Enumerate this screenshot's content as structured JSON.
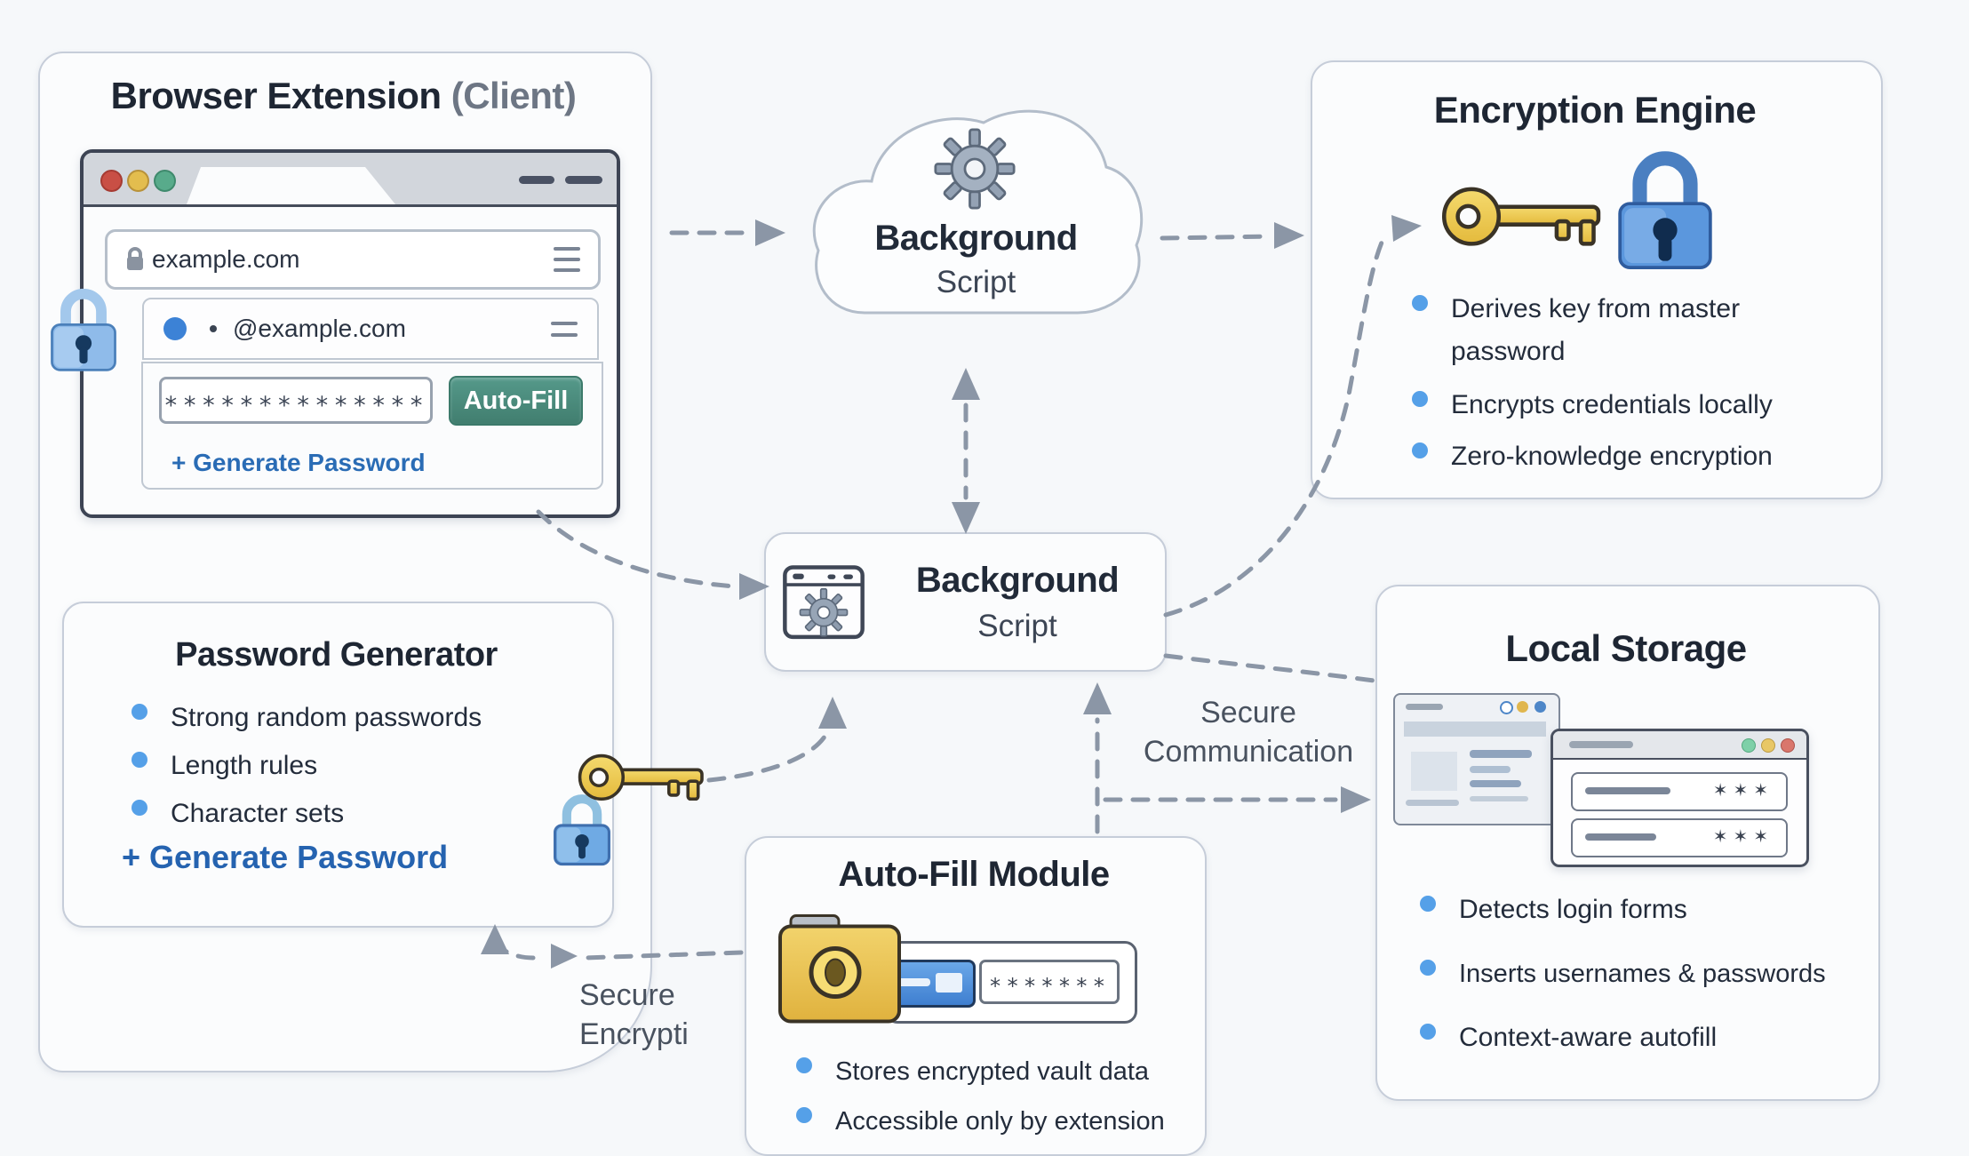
{
  "colors": {
    "background": "#f6f8fa",
    "panel_border": "#c6cdd9",
    "arrow_gray": "#8b96a6",
    "bullet_blue": "#55a0e8",
    "link_blue": "#2a6cb5",
    "generate_blue": "#2563b0",
    "autofill_teal": "#4a9180",
    "dark_text": "#232c3b",
    "browser_frame": "#3d4454"
  },
  "icons": {
    "padlock": "blue-padlock-shape",
    "key": "gold-key-shape",
    "gear": "gear-shape",
    "folder": "vault-folder-shape",
    "cloud": "cloud-shape",
    "https_lock": "small-gray-padlock",
    "menu": "hamburger-lines",
    "traffic_lights": "red-yellow-green-dots"
  },
  "browser_extension": {
    "title": "Browser Extension",
    "title_suffix": "(Client)",
    "browser": {
      "url": "example.com",
      "account": "@example.com",
      "password_mask": "**************",
      "autofill_button": "Auto-Fill",
      "generate_link": "+ Generate Password"
    }
  },
  "password_generator": {
    "title": "Password Generator",
    "bullets": [
      "Strong random passwords",
      "Length rules",
      "Character sets"
    ],
    "generate_link": "+ Generate Password"
  },
  "cloud_node": {
    "line1": "Background",
    "line2": "Script"
  },
  "background_script": {
    "line1": "Background",
    "line2": "Script"
  },
  "encryption_engine": {
    "title": "Encryption Engine",
    "bullets": [
      "Derives key from master password",
      "Encrypts credentials locally",
      "Zero-knowledge encryption"
    ]
  },
  "local_storage": {
    "title": "Local Storage",
    "bullets": [
      "Detects login forms",
      "Inserts usernames & passwords",
      "Context-aware autofill"
    ],
    "stars": "✶✶✶"
  },
  "autofill_module": {
    "title": "Auto-Fill Module",
    "bullets": [
      "Stores encrypted vault data",
      "Accessible only by extension"
    ],
    "password_mask": "*******"
  },
  "labels": {
    "secure_communication_1": "Secure",
    "secure_communication_2": "Communication",
    "secure_encryption_1": "Secure",
    "secure_encryption_2": "Encrypti"
  }
}
